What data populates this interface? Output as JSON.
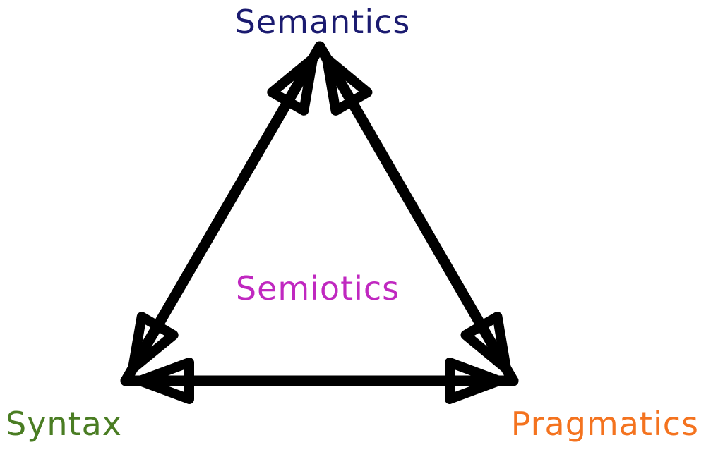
{
  "diagram": {
    "type": "semiotic-triangle",
    "background": "#ffffff",
    "arrow_color": "#000000",
    "arrowhead_fill": "#ffffff",
    "center_label": {
      "text": "Semiotics",
      "color": "#c028c0"
    },
    "vertices": [
      {
        "position": "top",
        "label": "Semantics",
        "color": "#1b1b70"
      },
      {
        "position": "bottom-left",
        "label": "Syntax",
        "color": "#4a7d23"
      },
      {
        "position": "bottom-right",
        "label": "Pragmatics",
        "color": "#f4731f"
      }
    ],
    "edges": [
      {
        "between": [
          "Syntax",
          "Semantics"
        ],
        "style": "double-headed-arrow"
      },
      {
        "between": [
          "Semantics",
          "Pragmatics"
        ],
        "style": "double-headed-arrow"
      },
      {
        "between": [
          "Syntax",
          "Pragmatics"
        ],
        "style": "double-headed-arrow"
      }
    ]
  }
}
